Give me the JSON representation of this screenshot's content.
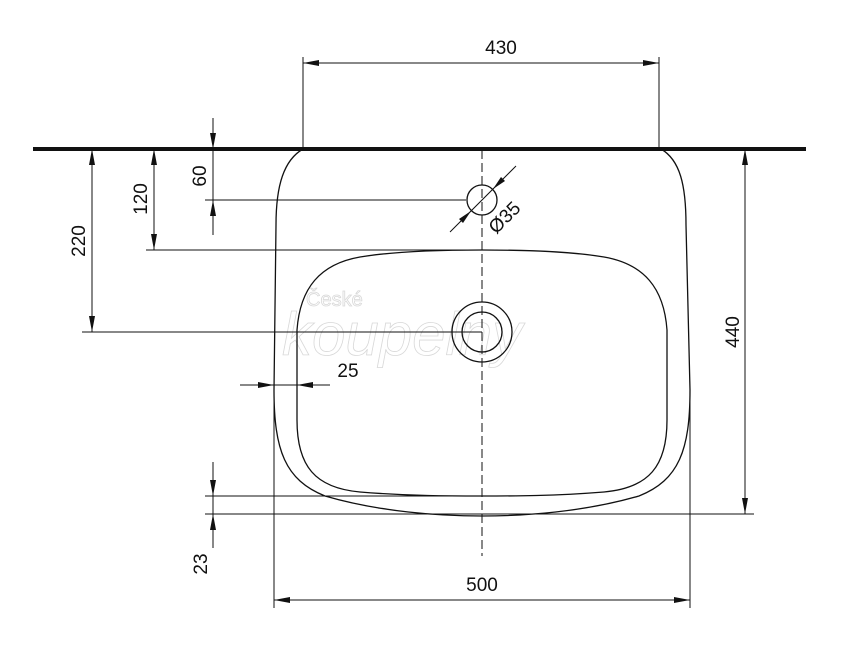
{
  "dimensions": {
    "top_width": "430",
    "bottom_width": "500",
    "right_height": "440",
    "left_220": "220",
    "left_120": "120",
    "left_60": "60",
    "hole_diameter": "Ø35",
    "rim_25": "25",
    "bottom_23": "23"
  },
  "watermark": {
    "line1": "České",
    "line2": "koupelny"
  }
}
